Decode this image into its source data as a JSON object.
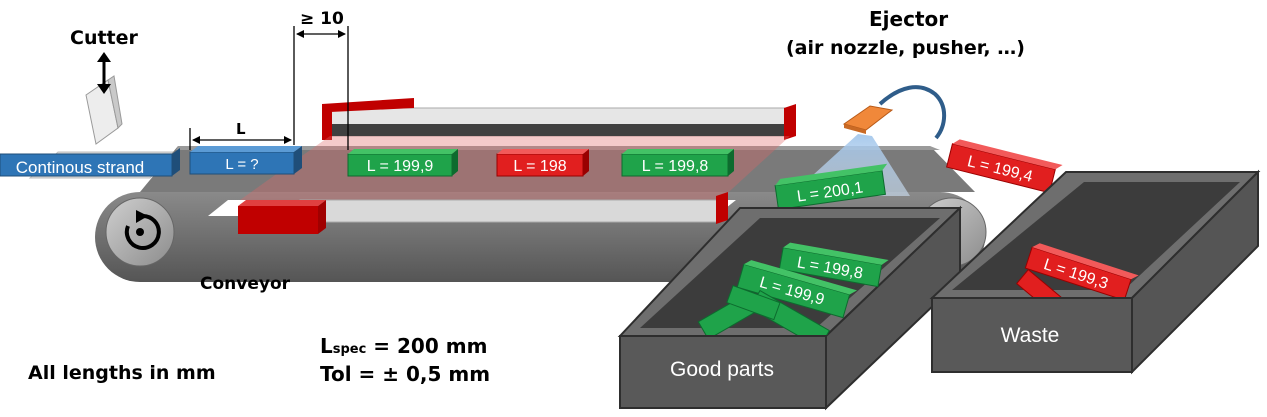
{
  "labels": {
    "cutter": "Cutter",
    "ejector_title": "Ejector",
    "ejector_sub": "(air nozzle, pusher, …)",
    "conveyor": "Conveyor",
    "gap": "≥ 10",
    "length_dim": "L",
    "all_lengths": "All lengths in mm",
    "lspec_main": "L",
    "lspec_sub": "spec",
    "lspec_value": " = 200 mm",
    "tol": "Tol = ± 0,5 mm"
  },
  "strand": {
    "label": "Continous strand",
    "color": "#2e75b6"
  },
  "parts": {
    "unknown": "L = ?",
    "belt_1": "L = 199,9",
    "belt_2": "L = 198",
    "belt_3": "L = 199,8",
    "ejected": "L = 200,1",
    "rejected": "L = 199,4",
    "good_top": "L = 199,8",
    "good_mid": "L = 199,9",
    "waste_top": "L = 199,3"
  },
  "bins": {
    "good": "Good parts",
    "waste": "Waste"
  },
  "colors": {
    "good": "#1fa34a",
    "bad": "#e11f1f",
    "strand": "#2e75b6",
    "belt": "#6b6b6b",
    "bin": "#4d4d4d",
    "nozzle": "#f0883a",
    "sensor": "#c00000"
  }
}
